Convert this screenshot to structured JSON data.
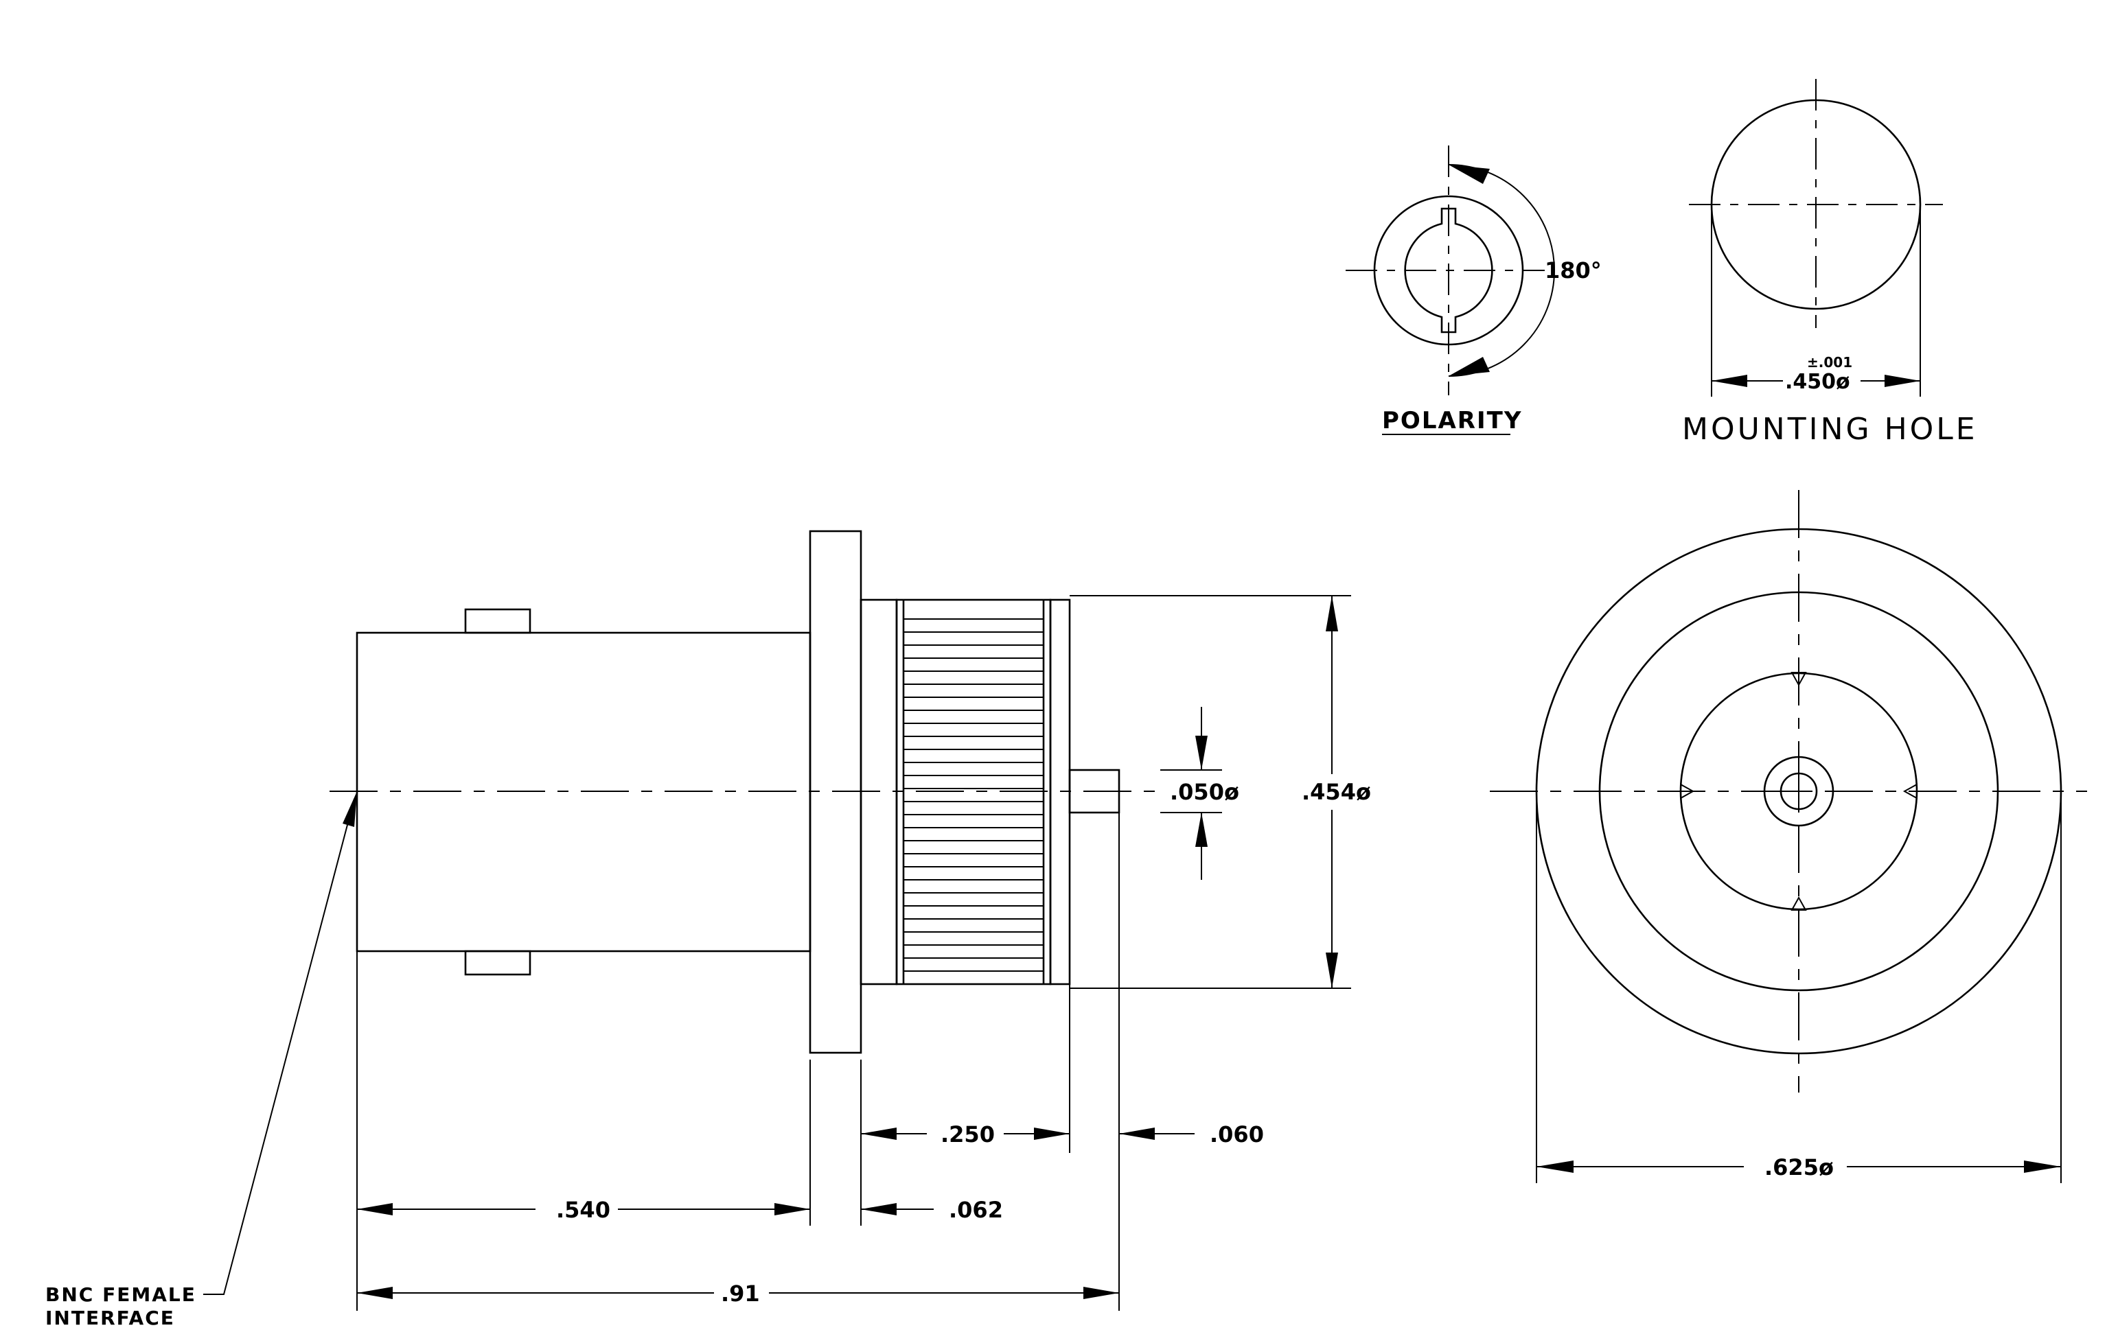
{
  "labels": {
    "polarity": "POLARITY",
    "mounting_hole": "MOUNTING HOLE",
    "note_line1": "BNC FEMALE",
    "note_line2": "INTERFACE"
  },
  "dimensions": {
    "angle": "180°",
    "hole_tol": "±.001",
    "hole_dia": ".450ø",
    "pin_dia": ".050ø",
    "body_dia": ".454ø",
    "front_dia": ".625ø",
    "len_250": ".250",
    "len_060": ".060",
    "len_540": ".540",
    "len_062": ".062",
    "len_total": ".91"
  }
}
